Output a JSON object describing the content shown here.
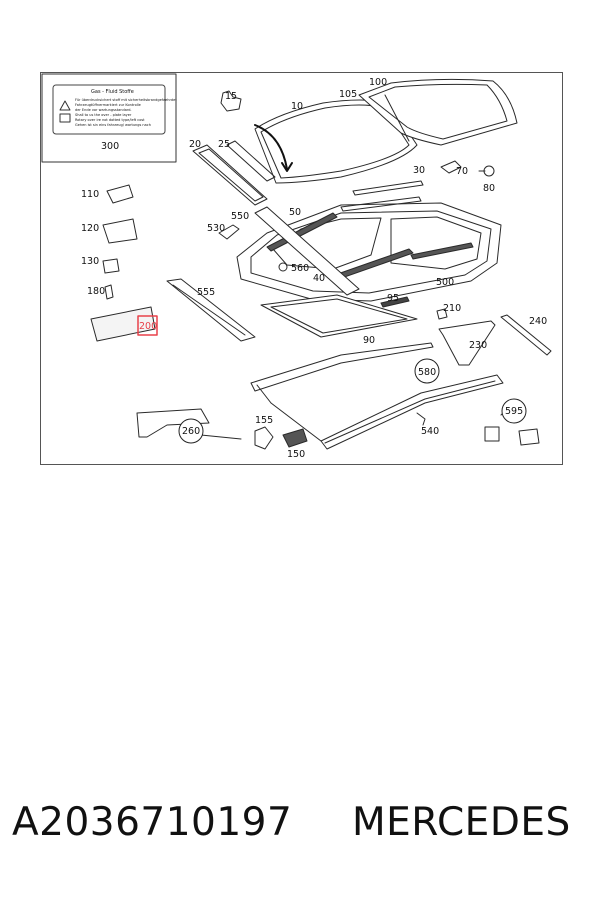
{
  "diagram": {
    "callouts": [
      {
        "id": "300",
        "label": "300"
      },
      {
        "id": "15",
        "label": "15"
      },
      {
        "id": "10",
        "label": "10"
      },
      {
        "id": "105",
        "label": "105"
      },
      {
        "id": "100",
        "label": "100"
      },
      {
        "id": "20",
        "label": "20"
      },
      {
        "id": "25",
        "label": "25"
      },
      {
        "id": "30",
        "label": "30"
      },
      {
        "id": "70",
        "label": "70"
      },
      {
        "id": "80",
        "label": "80"
      },
      {
        "id": "110",
        "label": "110"
      },
      {
        "id": "550",
        "label": "550"
      },
      {
        "id": "50",
        "label": "50"
      },
      {
        "id": "120",
        "label": "120"
      },
      {
        "id": "530",
        "label": "530"
      },
      {
        "id": "130",
        "label": "130"
      },
      {
        "id": "560",
        "label": "560"
      },
      {
        "id": "40",
        "label": "40"
      },
      {
        "id": "500",
        "label": "500"
      },
      {
        "id": "180",
        "label": "180"
      },
      {
        "id": "555",
        "label": "555"
      },
      {
        "id": "95",
        "label": "95"
      },
      {
        "id": "210",
        "label": "210"
      },
      {
        "id": "240",
        "label": "240"
      },
      {
        "id": "200",
        "label": "200"
      },
      {
        "id": "90",
        "label": "90"
      },
      {
        "id": "230",
        "label": "230"
      },
      {
        "id": "580",
        "label": "580"
      },
      {
        "id": "595",
        "label": "595"
      },
      {
        "id": "260",
        "label": "260"
      },
      {
        "id": "155",
        "label": "155"
      },
      {
        "id": "540",
        "label": "540"
      },
      {
        "id": "150",
        "label": "150"
      }
    ],
    "sticker": {
      "title": "Gas - Fluid Stoffe",
      "lines": [
        "Für überdrucksichert stoff mit sicherheitsbrandgefaehrdet",
        "Fahrzeugtüffnermarkiert zur Kontrolle",
        "der Ende vor wartungsstandard.",
        "Shall to us the over - plate layer",
        "Rotary over ire not dotted type/left cost",
        "Gehen ist sin eins fahrzeug/ wartungs nach"
      ]
    },
    "highlight_color": "#e8414a"
  },
  "caption": {
    "part_number": "A2036710197",
    "brand": "MERCEDES"
  }
}
